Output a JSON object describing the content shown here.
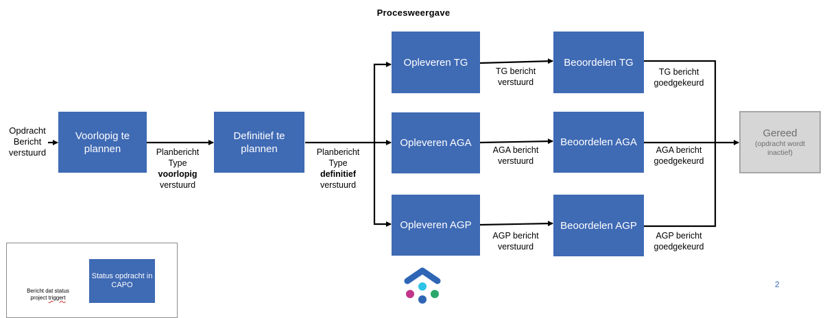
{
  "title": "Procesweergave",
  "colors": {
    "process_box": "#3f6ab4",
    "done_box": "#d6d6d6",
    "arrow": "#000000",
    "logo_pink": "#c2358a",
    "logo_cyan": "#2ec3e6",
    "logo_green": "#2aa86b",
    "logo_blue": "#2f65b5"
  },
  "start_label": [
    "Opdracht",
    "Bericht",
    "verstuurd"
  ],
  "boxes": {
    "voorlopig": "Voorlopig te plannen",
    "definitief": "Definitief te plannen",
    "opleveren_tg": "Opleveren TG",
    "opleveren_aga": "Opleveren AGA",
    "opleveren_agp": "Opleveren AGP",
    "beoordelen_tg": "Beoordelen TG",
    "beoordelen_aga": "Beoordelen AGA",
    "beoordelen_agp": "Beoordelen AGP"
  },
  "done": {
    "title": "Gereed",
    "subtitle": "(opdracht wordt inactief)"
  },
  "edge_labels": {
    "plan_voorlopig": {
      "line1": "Planbericht",
      "line2": "Type",
      "bold": "voorlopig",
      "line4": "verstuurd"
    },
    "plan_definitief": {
      "line1": "Planbericht",
      "line2": "Type",
      "bold": "definitief",
      "line4": "verstuurd"
    },
    "tg_sent": [
      "TG bericht",
      "verstuurd"
    ],
    "aga_sent": [
      "AGA bericht",
      "verstuurd"
    ],
    "agp_sent": [
      "AGP bericht",
      "verstuurd"
    ],
    "tg_approved": [
      "TG bericht",
      "goedgekeurd"
    ],
    "aga_approved": [
      "AGA bericht",
      "goedgekeurd"
    ],
    "agp_approved": [
      "AGP bericht",
      "goedgekeurd"
    ]
  },
  "legend": {
    "arrow_label_1": "Bericht dat status",
    "arrow_label_2": "project",
    "arrow_label_3": "triggert",
    "box_label": "Status opdracht in CAPO"
  },
  "page_number": "2"
}
